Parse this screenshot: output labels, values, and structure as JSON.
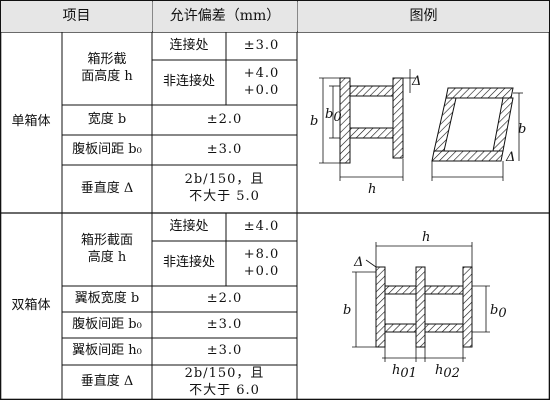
{
  "header": {
    "item": "项目",
    "tolerance": "允许偏差（mm）",
    "figure": "图例"
  },
  "single_box": {
    "group": "单箱体",
    "height_label": "箱形截\n面高度 h",
    "joint": "连接处",
    "joint_value": "±3.0",
    "non_joint": "非连接处",
    "non_joint_value": "+4.0\n+0.0",
    "width_label": "宽度 b",
    "width_value": "±2.0",
    "web_spacing_label": "腹板间距 b₀",
    "web_spacing_value": "±3.0",
    "verticality_label": "垂直度 Δ",
    "verticality_value": "2b/150，且\n不大于 5.0"
  },
  "double_box": {
    "group": "双箱体",
    "height_label": "箱形截面\n高度 h",
    "joint": "连接处",
    "joint_value": "±4.0",
    "non_joint": "非连接处",
    "non_joint_value": "+8.0\n+0.0",
    "flange_width_label": "翼板宽度 b",
    "flange_width_value": "±2.0",
    "web_spacing_label": "腹板间距 b₀",
    "web_spacing_value": "±3.0",
    "flange_spacing_label": "翼板间距 h₀",
    "flange_spacing_value": "±3.0",
    "verticality_label": "垂直度 Δ",
    "verticality_value": "2b/150，且\n不大于 6.0"
  },
  "figure_labels": {
    "b": "b",
    "b0": "b",
    "b0_sub": "0",
    "h": "h",
    "delta": "Δ",
    "h01": "h",
    "h01_sub": "01",
    "h02": "h",
    "h02_sub": "02"
  }
}
